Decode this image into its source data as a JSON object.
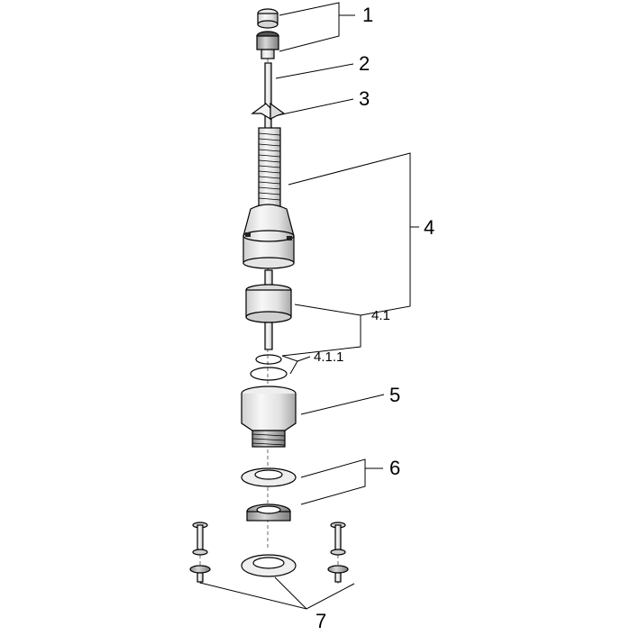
{
  "diagram": {
    "callouts": {
      "c1": "1",
      "c2": "2",
      "c3": "3",
      "c4": "4",
      "c41": "4.1",
      "c411": "4.1.1",
      "c5": "5",
      "c6": "6",
      "c7": "7"
    }
  }
}
